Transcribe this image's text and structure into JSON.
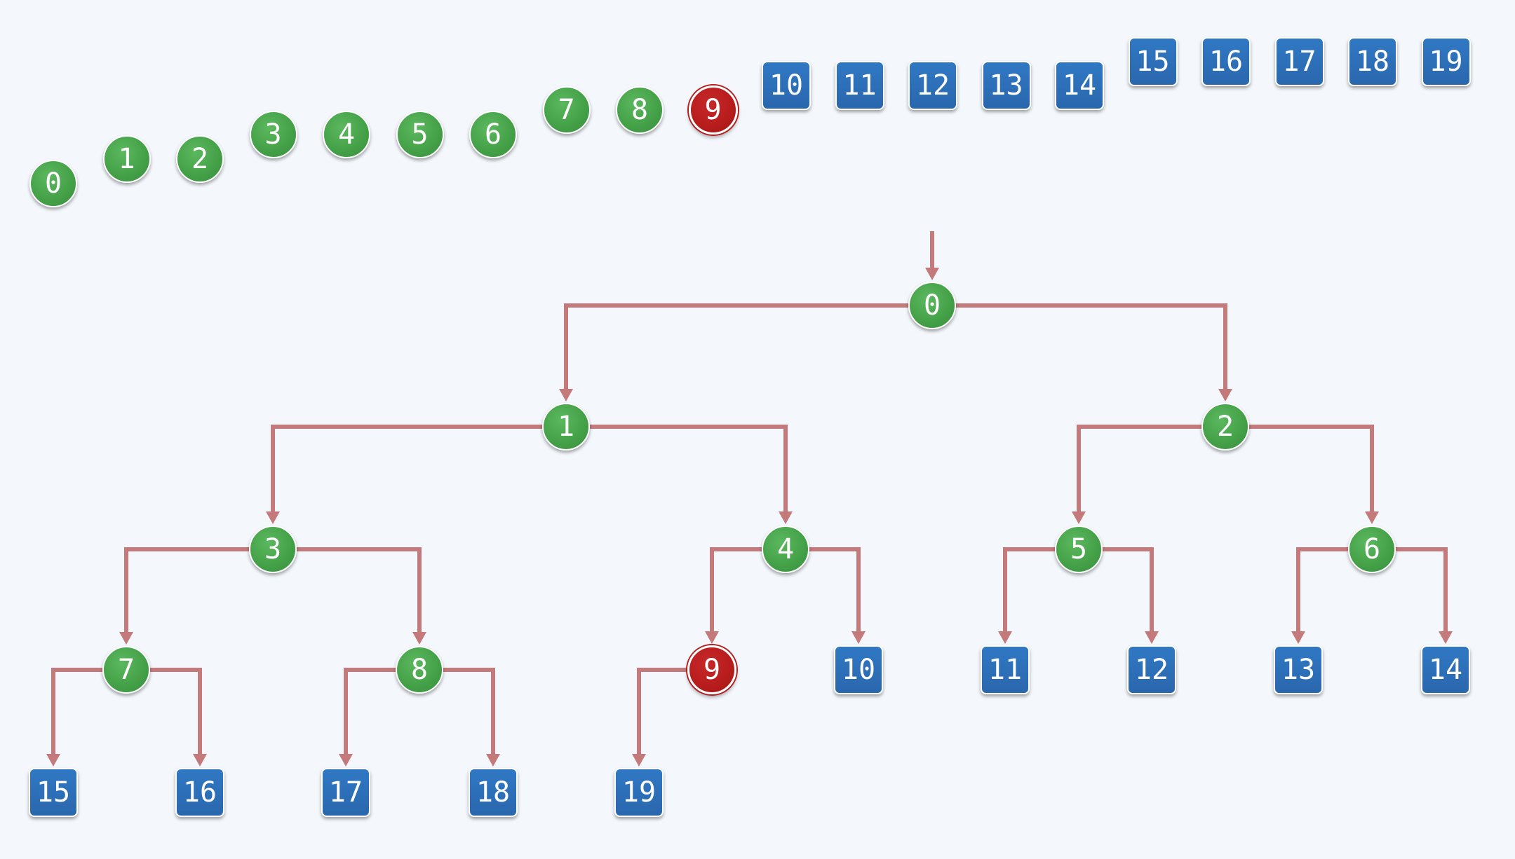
{
  "array": {
    "items": [
      {
        "label": "0",
        "kind": "internal"
      },
      {
        "label": "1",
        "kind": "internal"
      },
      {
        "label": "2",
        "kind": "internal"
      },
      {
        "label": "3",
        "kind": "internal"
      },
      {
        "label": "4",
        "kind": "internal"
      },
      {
        "label": "5",
        "kind": "internal"
      },
      {
        "label": "6",
        "kind": "internal"
      },
      {
        "label": "7",
        "kind": "internal"
      },
      {
        "label": "8",
        "kind": "internal"
      },
      {
        "label": "9",
        "kind": "highlight"
      },
      {
        "label": "10",
        "kind": "leaf"
      },
      {
        "label": "11",
        "kind": "leaf"
      },
      {
        "label": "12",
        "kind": "leaf"
      },
      {
        "label": "13",
        "kind": "leaf"
      },
      {
        "label": "14",
        "kind": "leaf"
      },
      {
        "label": "15",
        "kind": "leaf"
      },
      {
        "label": "16",
        "kind": "leaf"
      },
      {
        "label": "17",
        "kind": "leaf"
      },
      {
        "label": "18",
        "kind": "leaf"
      },
      {
        "label": "19",
        "kind": "leaf"
      }
    ]
  },
  "tree": {
    "root": "0",
    "nodes": [
      {
        "label": "0",
        "kind": "internal"
      },
      {
        "label": "1",
        "kind": "internal"
      },
      {
        "label": "2",
        "kind": "internal"
      },
      {
        "label": "3",
        "kind": "internal"
      },
      {
        "label": "4",
        "kind": "internal"
      },
      {
        "label": "5",
        "kind": "internal"
      },
      {
        "label": "6",
        "kind": "internal"
      },
      {
        "label": "7",
        "kind": "internal"
      },
      {
        "label": "8",
        "kind": "internal"
      },
      {
        "label": "9",
        "kind": "highlight"
      },
      {
        "label": "10",
        "kind": "leaf"
      },
      {
        "label": "11",
        "kind": "leaf"
      },
      {
        "label": "12",
        "kind": "leaf"
      },
      {
        "label": "13",
        "kind": "leaf"
      },
      {
        "label": "14",
        "kind": "leaf"
      },
      {
        "label": "15",
        "kind": "leaf"
      },
      {
        "label": "16",
        "kind": "leaf"
      },
      {
        "label": "17",
        "kind": "leaf"
      },
      {
        "label": "18",
        "kind": "leaf"
      },
      {
        "label": "19",
        "kind": "leaf"
      }
    ],
    "edges": [
      [
        "0",
        "1"
      ],
      [
        "0",
        "2"
      ],
      [
        "1",
        "3"
      ],
      [
        "1",
        "4"
      ],
      [
        "2",
        "5"
      ],
      [
        "2",
        "6"
      ],
      [
        "3",
        "7"
      ],
      [
        "3",
        "8"
      ],
      [
        "4",
        "9"
      ],
      [
        "4",
        "10"
      ],
      [
        "5",
        "11"
      ],
      [
        "5",
        "12"
      ],
      [
        "6",
        "13"
      ],
      [
        "6",
        "14"
      ],
      [
        "7",
        "15"
      ],
      [
        "7",
        "16"
      ],
      [
        "8",
        "17"
      ],
      [
        "8",
        "18"
      ],
      [
        "9",
        "19"
      ]
    ]
  },
  "colors": {
    "background": "#f4f8fc",
    "internal_node": "#43a047",
    "leaf_node": "#2a67ad",
    "highlight_node": "#b71c1c",
    "edge": "#c47a7a",
    "node_text": "#ffffff"
  }
}
